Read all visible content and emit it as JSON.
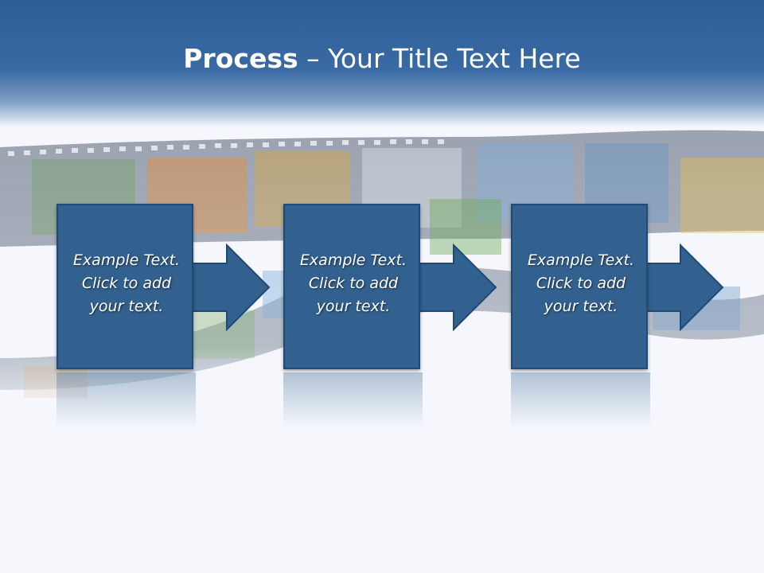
{
  "slide": {
    "title_bold": "Process",
    "title_rest": " – Your Title Text Here"
  },
  "steps": [
    {
      "lines": [
        "Example Text.",
        "Click  to add",
        "your text."
      ]
    },
    {
      "lines": [
        "Example Text.",
        "Click  to add",
        "your text."
      ]
    },
    {
      "lines": [
        "Example Text.",
        "Click  to add",
        "your text."
      ]
    }
  ],
  "colors": {
    "header": "#2c5d96",
    "box_fill": "#33618f",
    "box_border": "#1f4a74",
    "text": "#ffffff"
  }
}
